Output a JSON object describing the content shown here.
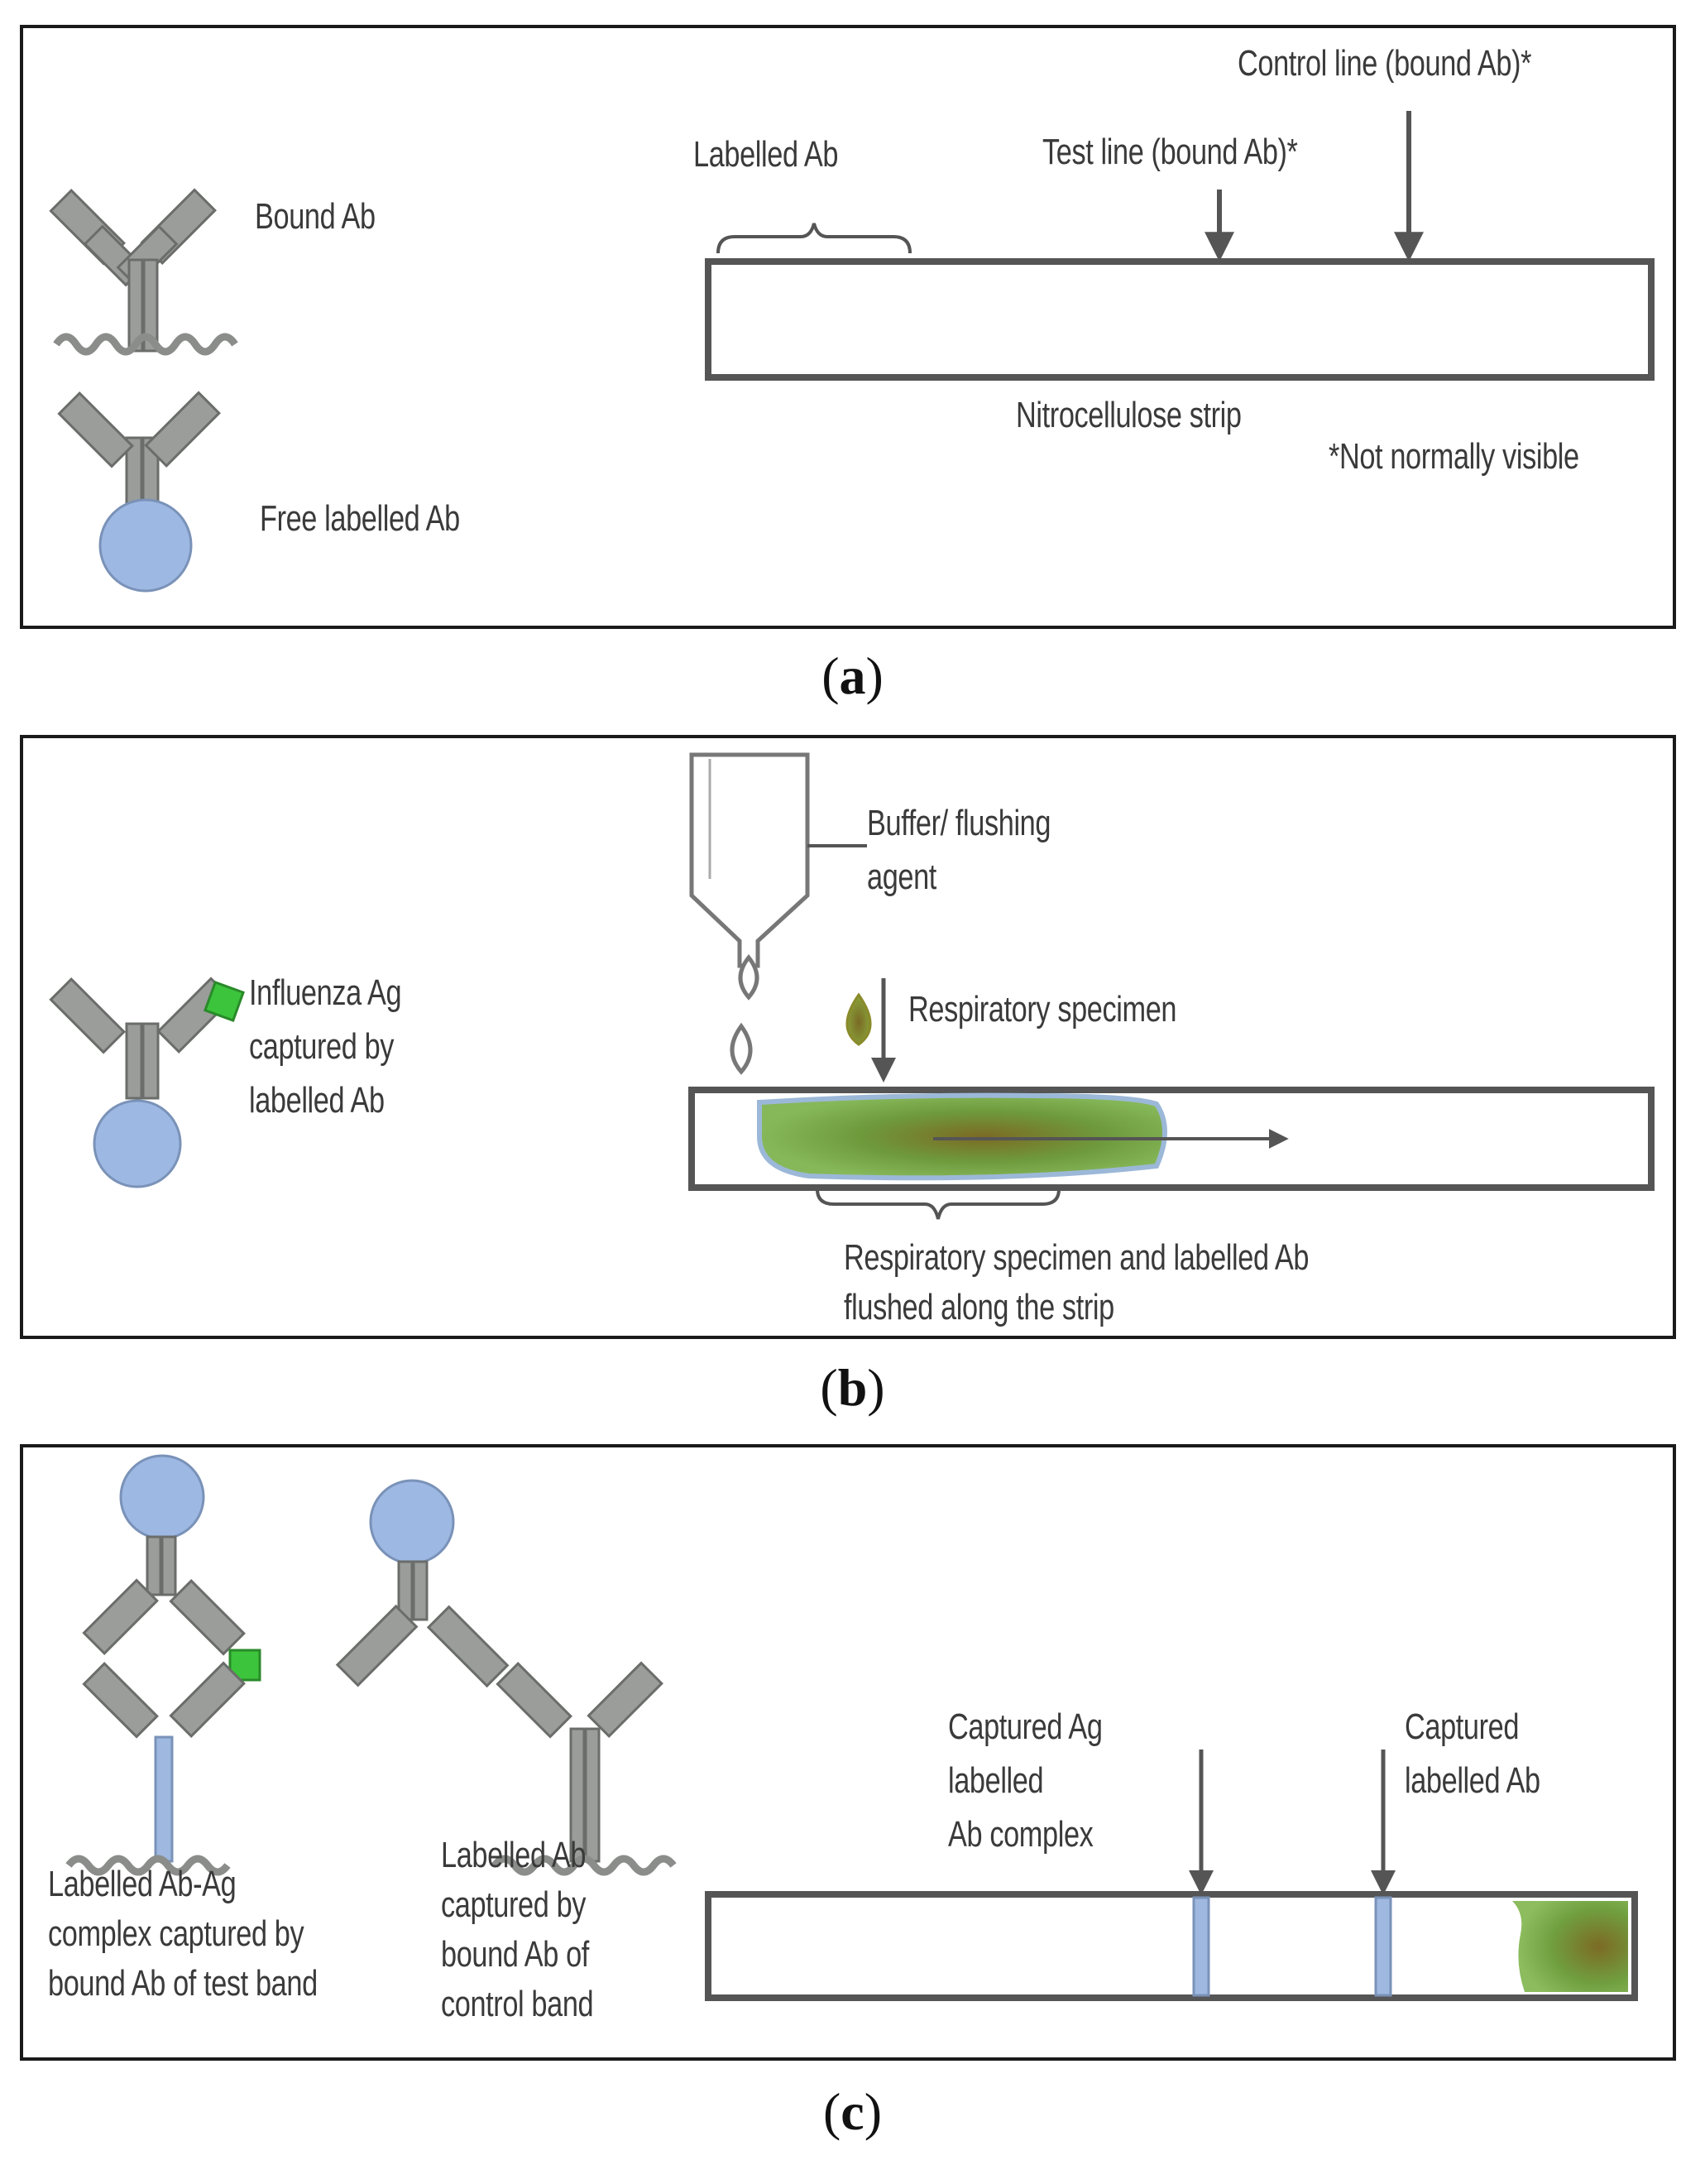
{
  "panel_a": {
    "caption_letter": "a",
    "bound_ab": "Bound Ab",
    "free_labelled_ab": "Free labelled Ab",
    "labelled_ab": "Labelled Ab",
    "test_line": "Test line (bound Ab)*",
    "control_line": "Control line (bound Ab)*",
    "strip": "Nitrocellulose strip",
    "note": "*Not normally visible"
  },
  "panel_b": {
    "caption_letter": "b",
    "captured_line1": "Influenza Ag",
    "captured_line2": "captured by",
    "captured_line3": "labelled Ab",
    "buffer_line1": "Buffer/ flushing",
    "buffer_line2": "agent",
    "specimen": "Respiratory specimen",
    "flushed_line1": "Respiratory specimen and labelled Ab",
    "flushed_line2": "flushed along the strip"
  },
  "panel_c": {
    "caption_letter": "c",
    "complex_line1": "Labelled Ab-Ag",
    "complex_line2": "complex captured by",
    "complex_line3": "bound Ab of test band",
    "control_line1": "Labelled Ab",
    "control_line2": "captured by",
    "control_line3": "bound Ab of",
    "control_line4": "control band",
    "captured_ag_line1": "Captured Ag",
    "captured_ag_line2": "labelled",
    "captured_ag_line3": "Ab complex",
    "captured_ab_line1": "Captured",
    "captured_ab_line2": "labelled Ab"
  },
  "colors": {
    "antibody_gray": "#9a9d9a",
    "label_bead_blue": "#9db8e2",
    "antigen_green": "#3cc43c",
    "specimen_green": "#74ac4a",
    "specimen_brown": "#7c6a24",
    "test_band_blue": "#9fb8e0"
  }
}
